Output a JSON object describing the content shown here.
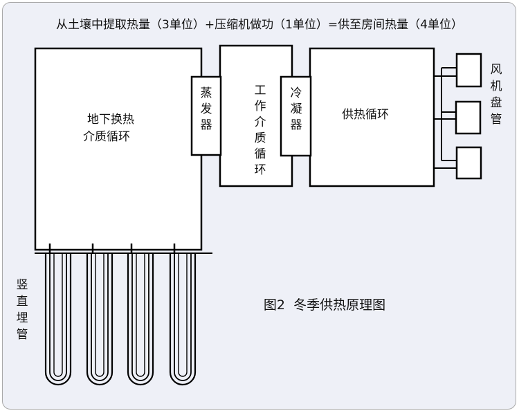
{
  "header": {
    "equation": "从土壤中提取热量（3单位）+压缩机做功（1单位）=供至房间热量（4单位）"
  },
  "boxes": {
    "underground_loop": [
      "地下换热",
      "介质循环"
    ],
    "evaporator": [
      "蒸",
      "发",
      "器"
    ],
    "working_medium": [
      "工",
      "作",
      "介",
      "质",
      "循",
      "环"
    ],
    "condenser": [
      "冷",
      "凝",
      "器"
    ],
    "heating_loop": "供热循环"
  },
  "labels": {
    "fan_coil": [
      "风",
      "机",
      "盘",
      "管"
    ],
    "vertical_pipe": [
      "竖",
      "直",
      "埋",
      "管"
    ]
  },
  "caption": "图2  冬季供热原理图"
}
